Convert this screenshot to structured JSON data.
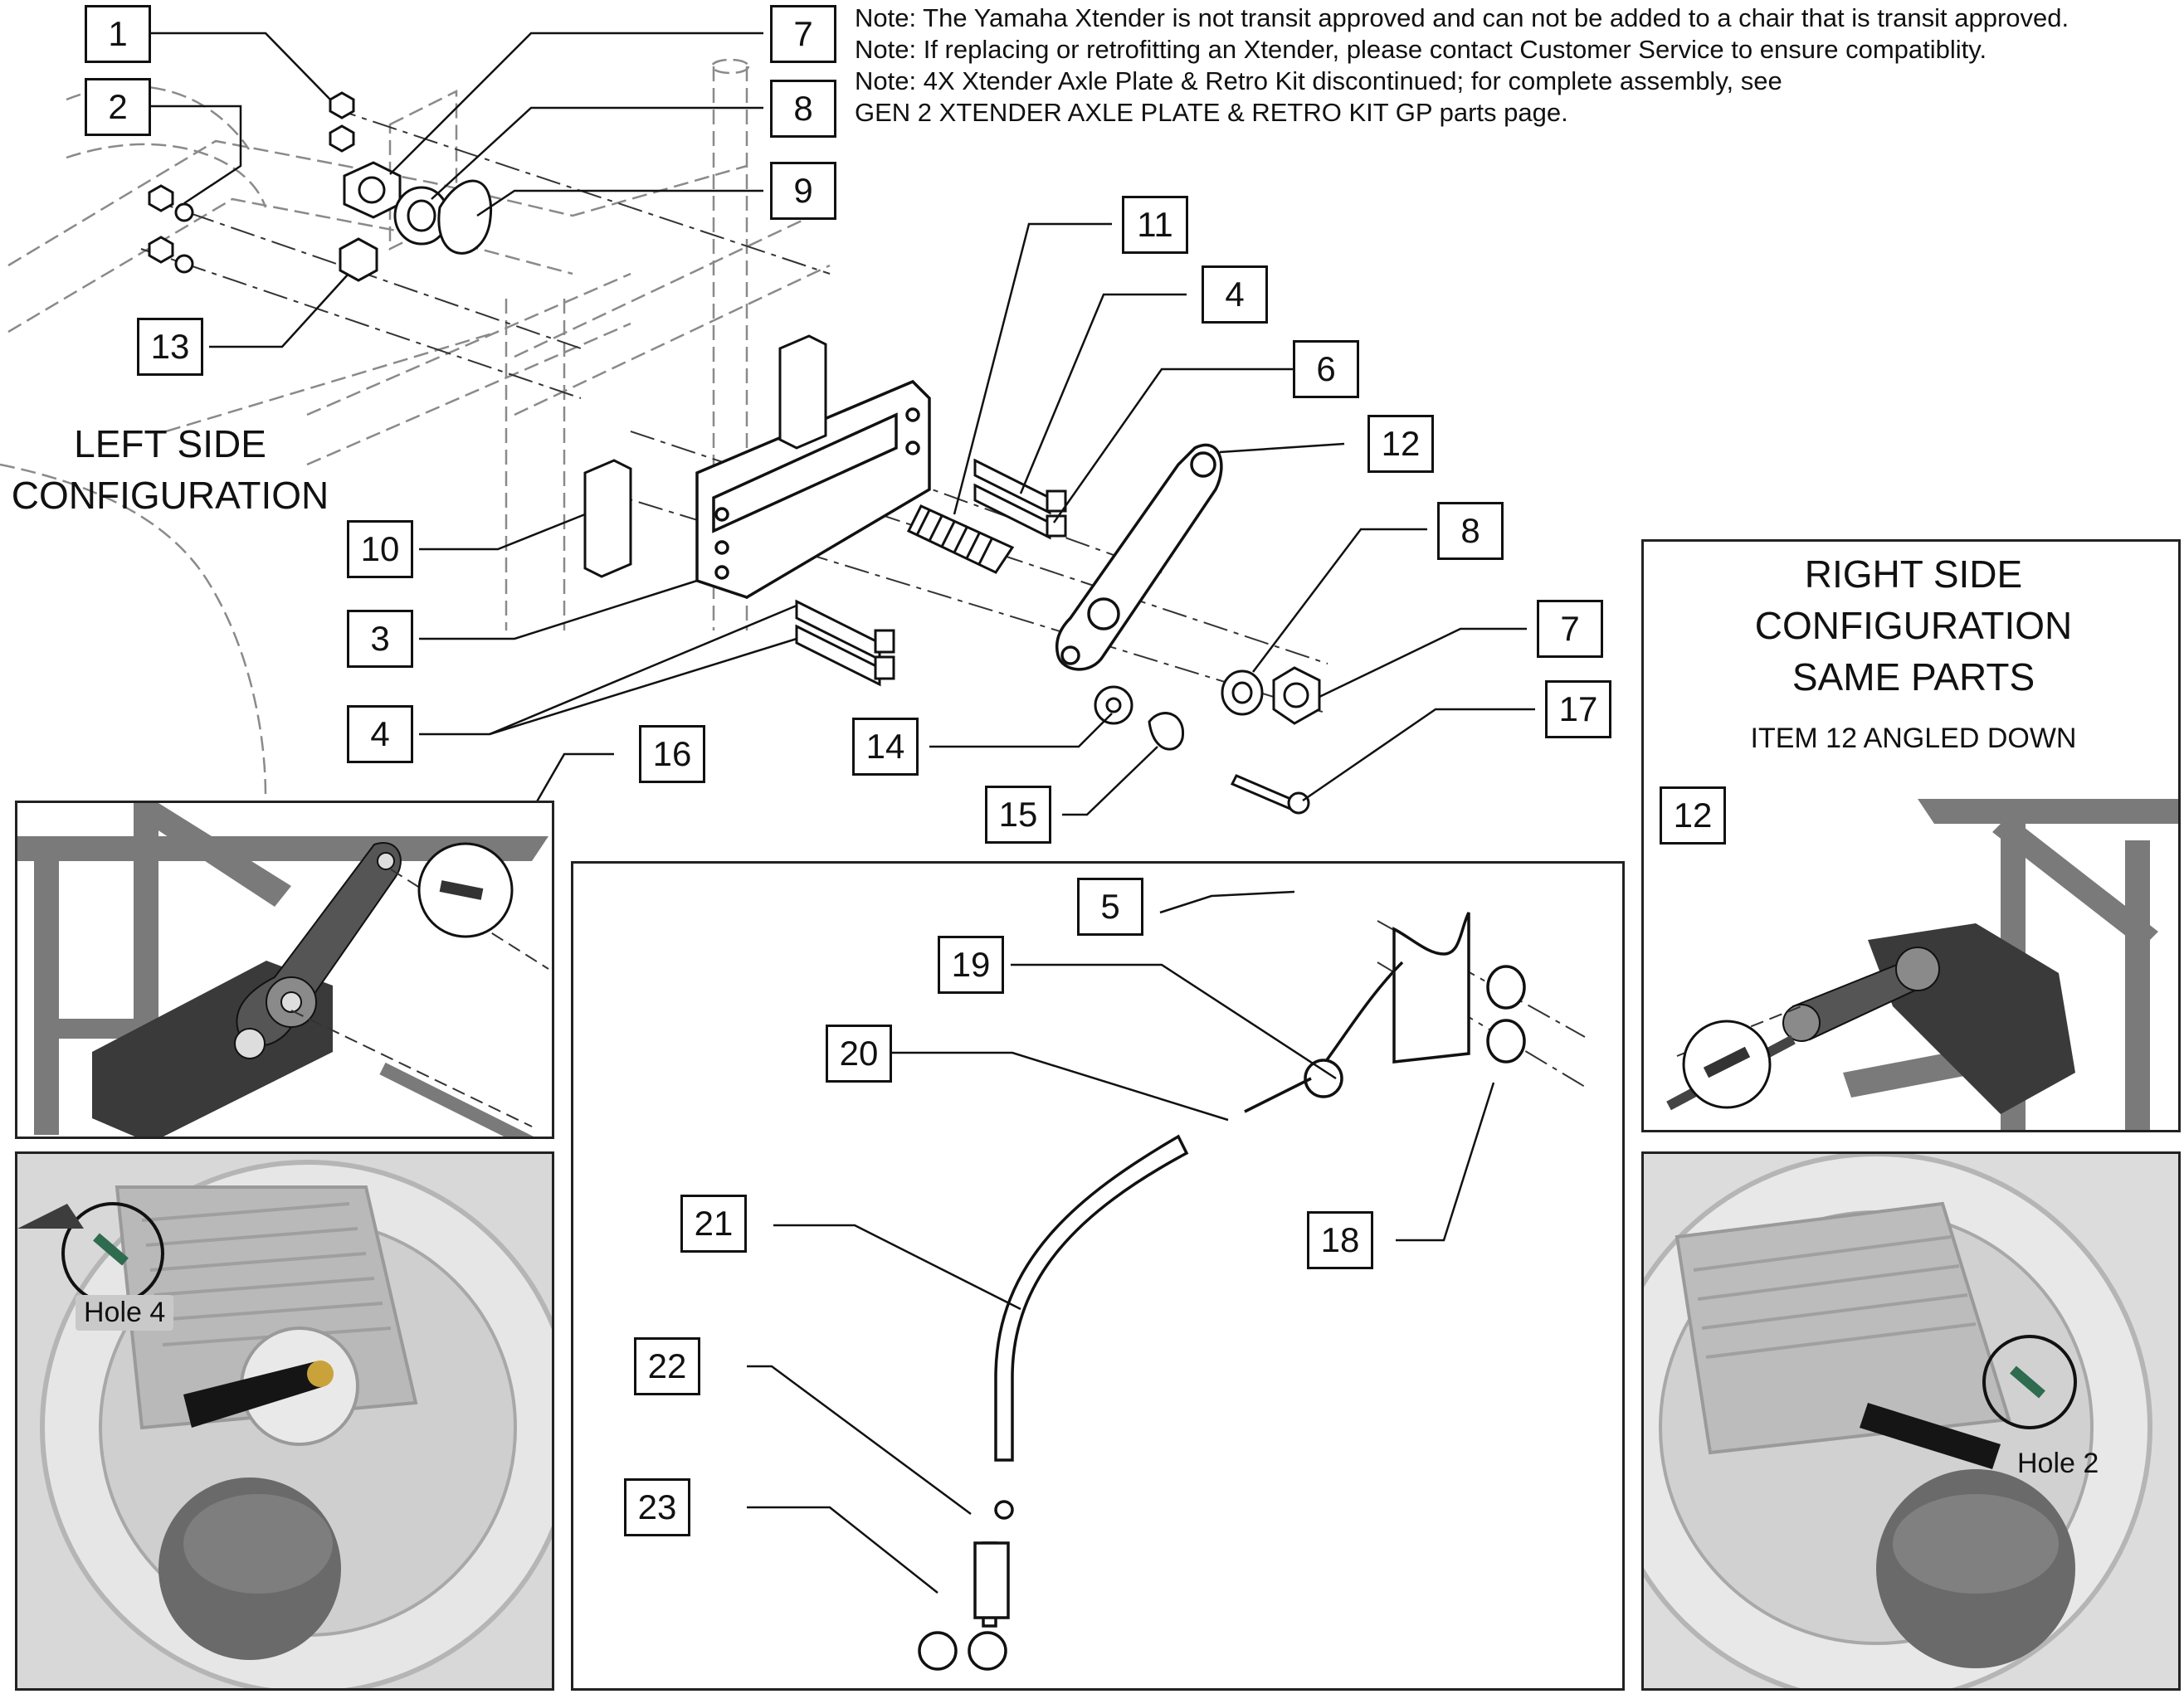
{
  "notes": [
    "Note: The Yamaha Xtender is not transit approved and can not be added to a chair that is transit approved.",
    "Note: If replacing or retrofitting an Xtender, please contact Customer Service to ensure compatiblity.",
    "Note: 4X Xtender Axle Plate & Retro Kit discontinued; for complete assembly, see",
    " GEN 2 XTENDER AXLE PLATE & RETRO KIT GP parts page."
  ],
  "left_config": {
    "line1": "LEFT SIDE",
    "line2": "CONFIGURATION"
  },
  "right_config": {
    "line1": "RIGHT SIDE",
    "line2": "CONFIGURATION",
    "line3": "SAME PARTS",
    "subtitle": "ITEM 12 ANGLED DOWN"
  },
  "hole_labels": {
    "left": "Hole 4",
    "right": "Hole 2"
  },
  "callouts": {
    "c1": "1",
    "c2": "2",
    "c7a": "7",
    "c8a": "8",
    "c9": "9",
    "c13": "13",
    "c11": "11",
    "c4a": "4",
    "c6": "6",
    "c12a": "12",
    "c10": "10",
    "c3": "3",
    "c8b": "8",
    "c7b": "7",
    "c17": "17",
    "c4b": "4",
    "c14": "14",
    "c15": "15",
    "c16": "16",
    "c5": "5",
    "c19": "19",
    "c20": "20",
    "c21": "21",
    "c18": "18",
    "c22": "22",
    "c23": "23",
    "c12b": "12"
  },
  "colors": {
    "line": "#111111",
    "dashed": "#888888",
    "part_dark": "#3a3a3a",
    "frame_gray": "#7a7a7a",
    "photo_bg": "#d8d8d8"
  }
}
